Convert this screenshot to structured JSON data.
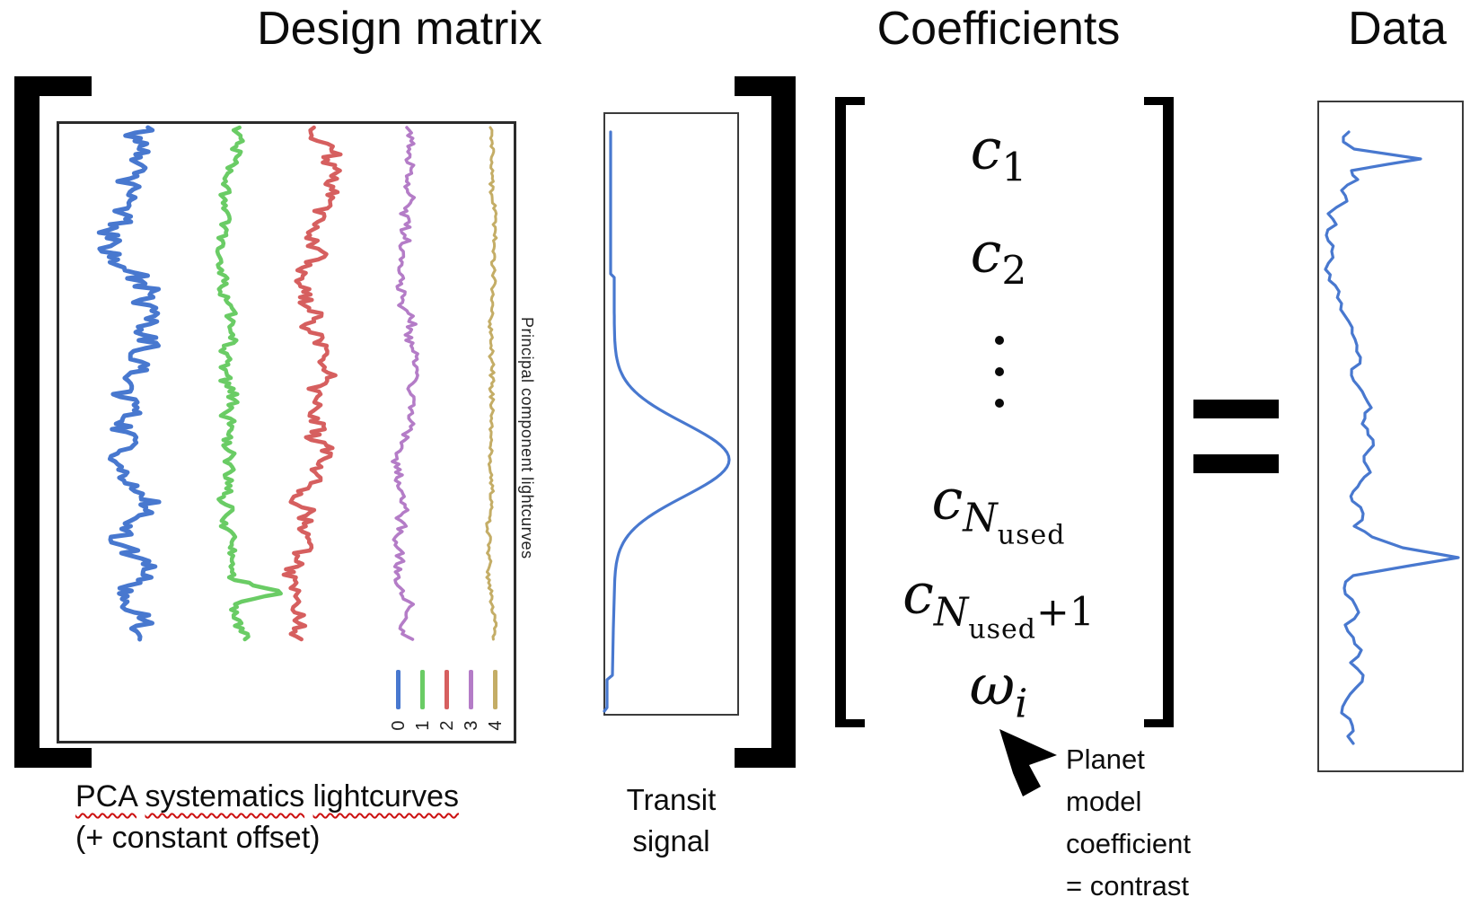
{
  "titles": {
    "design_matrix": "Design matrix",
    "coefficients": "Coefficients",
    "data": "Data"
  },
  "design_matrix": {
    "ylabel": "Principal component lightcurves",
    "legend": [
      {
        "label": "0",
        "color": "#4878CF"
      },
      {
        "label": "1",
        "color": "#6ACC65"
      },
      {
        "label": "2",
        "color": "#D65F5F"
      },
      {
        "label": "3",
        "color": "#B47CC7"
      },
      {
        "label": "4",
        "color": "#C4AD66"
      }
    ],
    "caption_words": [
      "PCA",
      "systematics",
      "lightcurves"
    ],
    "caption_line2": "(+ constant offset)"
  },
  "transit": {
    "label_lines": [
      "Transit",
      "signal"
    ],
    "curve_color": "#4878CF"
  },
  "coefficients_vector": {
    "entries": [
      {
        "main": "c",
        "sub": "1",
        "sub_italic": false
      },
      {
        "main": "c",
        "sub": "2",
        "sub_italic": false
      },
      {
        "main": "c",
        "sub": "N",
        "sub_italic": true,
        "subsub": "used"
      },
      {
        "main": "c",
        "sub": "N",
        "sub_italic": true,
        "subsub": "used",
        "tail": "+1"
      },
      {
        "main": "ω",
        "sub": "i",
        "sub_italic": true
      }
    ]
  },
  "data_panel": {
    "curve_color": "#4878CF"
  },
  "annotation": {
    "lines": [
      "Planet",
      "model",
      "coefficient",
      "= contrast"
    ]
  },
  "colors": {
    "spellcheck_underline": "#cc1111",
    "equals_sign": "#000000",
    "bracket": "#000000"
  }
}
